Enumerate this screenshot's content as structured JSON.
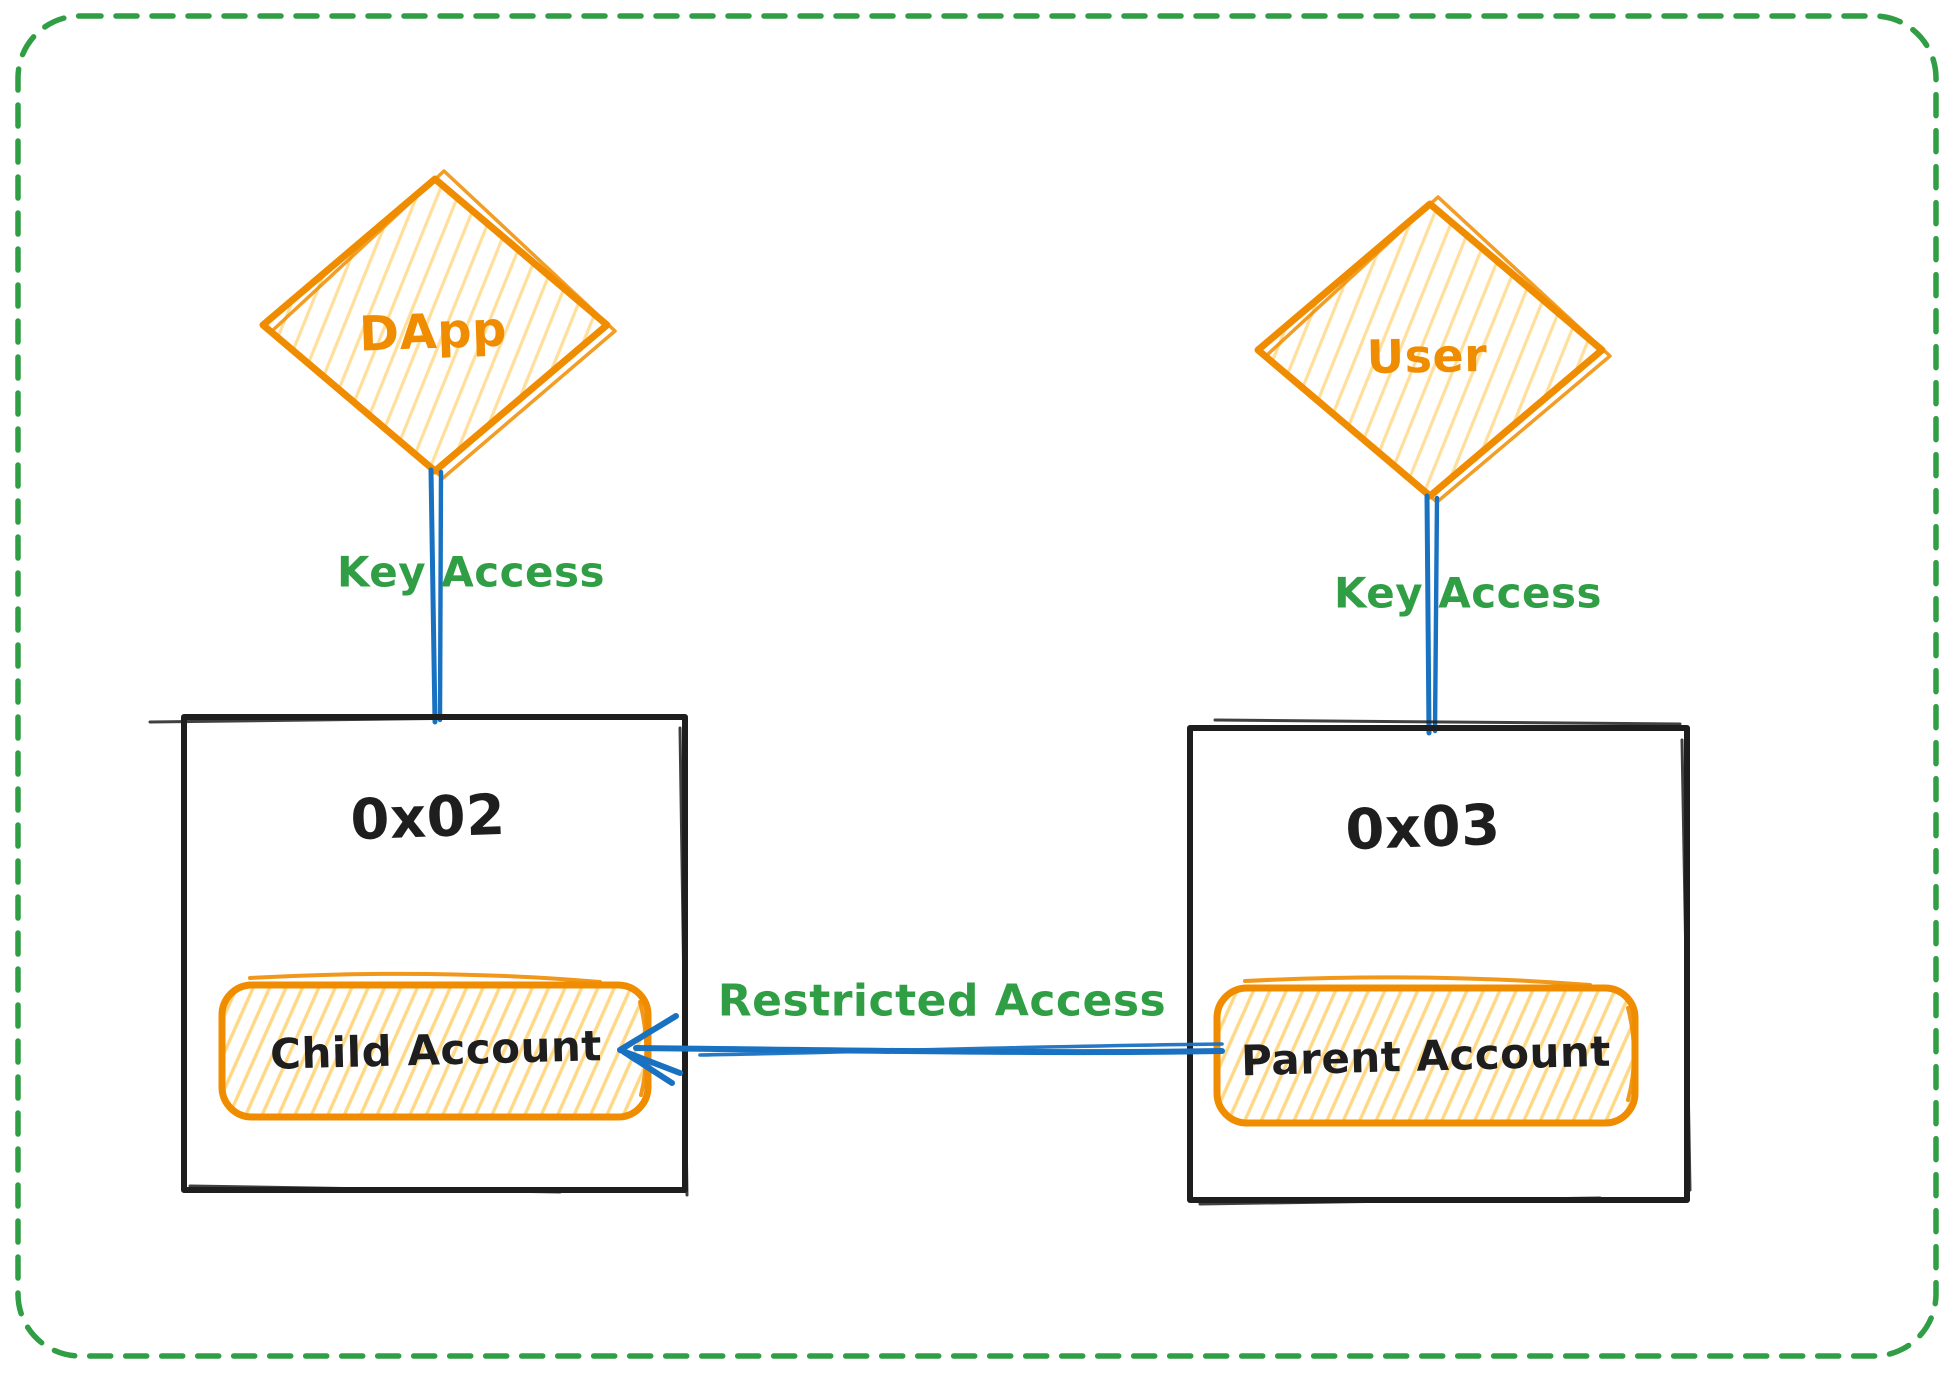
{
  "diagram": {
    "type": "flow-diagram",
    "nodes": {
      "dapp": {
        "label": "DApp",
        "shape": "diamond",
        "stroke": "#f08c00",
        "fill_style": "hatch"
      },
      "user": {
        "label": "User",
        "shape": "diamond",
        "stroke": "#f08c00",
        "fill_style": "hatch"
      },
      "account_0x02": {
        "label": "0x02",
        "shape": "rectangle",
        "stroke": "#1e1e1e"
      },
      "account_0x03": {
        "label": "0x03",
        "shape": "rectangle",
        "stroke": "#1e1e1e"
      },
      "child_account": {
        "label": "Child Account",
        "shape": "rounded-rectangle",
        "stroke": "#f08c00",
        "fill_style": "hatch"
      },
      "parent_account": {
        "label": "Parent Account",
        "shape": "rounded-rectangle",
        "stroke": "#f08c00",
        "fill_style": "hatch"
      }
    },
    "edges": {
      "dapp_key_access": {
        "label": "Key Access",
        "from": "dapp",
        "to": "account_0x02",
        "color": "#1971c2",
        "style": "double-line"
      },
      "user_key_access": {
        "label": "Key Access",
        "from": "user",
        "to": "account_0x03",
        "color": "#1971c2",
        "style": "double-line"
      },
      "restricted_access": {
        "label": "Restricted Access",
        "from": "parent_account",
        "to": "child_account",
        "color": "#1971c2",
        "style": "arrow-left"
      }
    },
    "colors": {
      "border_green": "#2f9e44",
      "label_green": "#2f9e44",
      "orange_stroke": "#f08c00",
      "hatch_yellow": "#ffd886",
      "blue": "#1971c2",
      "ink": "#1e1e1e",
      "background": "#ffffff"
    },
    "border_style": "dashed-rounded"
  }
}
